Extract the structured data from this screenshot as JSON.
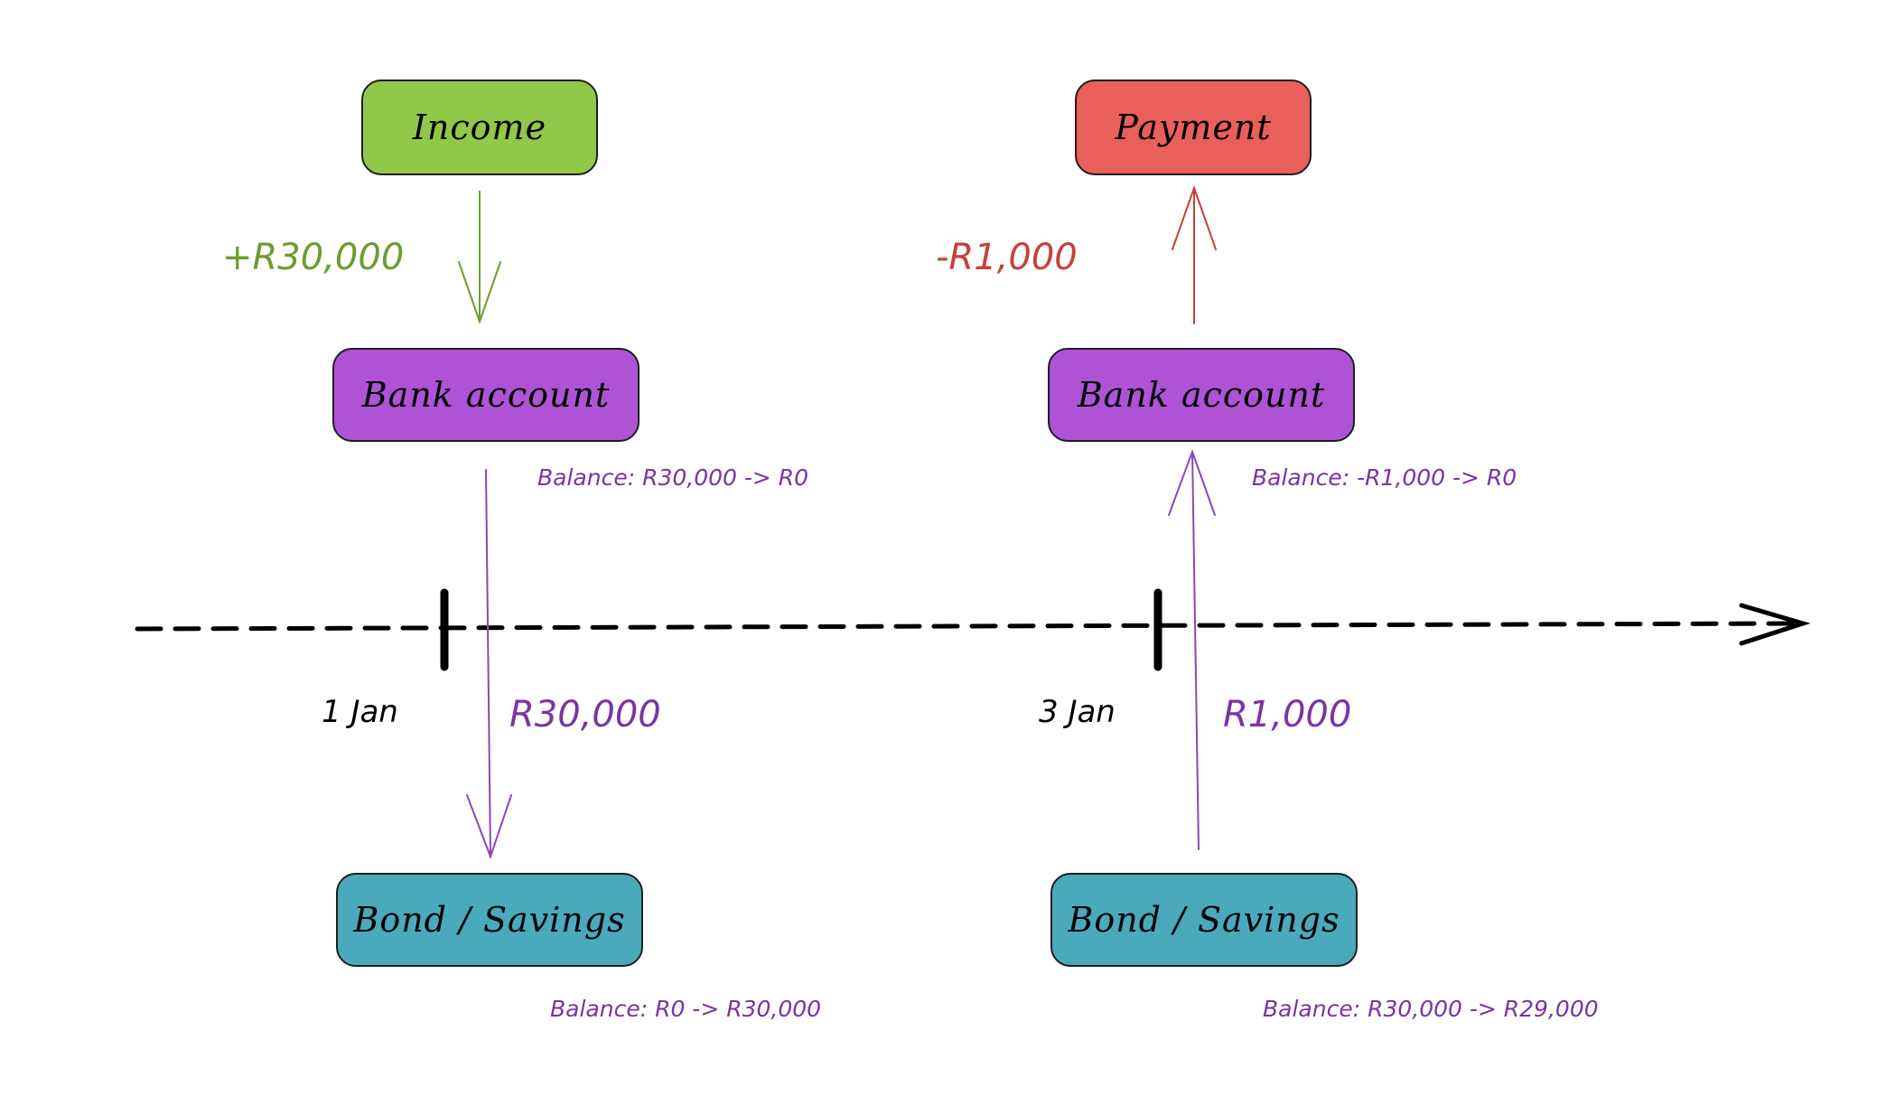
{
  "colors": {
    "income": "#92c848",
    "payment": "#e95f59",
    "bank": "#ae53d6",
    "bond": "#4ba9bc",
    "income_arrow": "#6b9e2c",
    "payment_arrow": "#c6413a",
    "transfer_arrow": "#8b47b8",
    "transfer_text": "#7b33a6",
    "timeline": "#000000"
  },
  "nodes": {
    "income": "Income",
    "payment": "Payment",
    "bank_left": "Bank account",
    "bank_right": "Bank account",
    "bond_left": "Bond / Savings",
    "bond_right": "Bond / Savings"
  },
  "amounts": {
    "income": "+R30,000",
    "payment": "-R1,000",
    "transfer_left": "R30,000",
    "transfer_right": "R1,000"
  },
  "balances": {
    "bank_left": "Balance: R30,000 -> R0",
    "bank_right": "Balance: -R1,000 -> R0",
    "bond_left": "Balance: R0 -> R30,000",
    "bond_right": "Balance: R30,000 -> R29,000"
  },
  "dates": {
    "left": "1 Jan",
    "right": "3 Jan"
  }
}
